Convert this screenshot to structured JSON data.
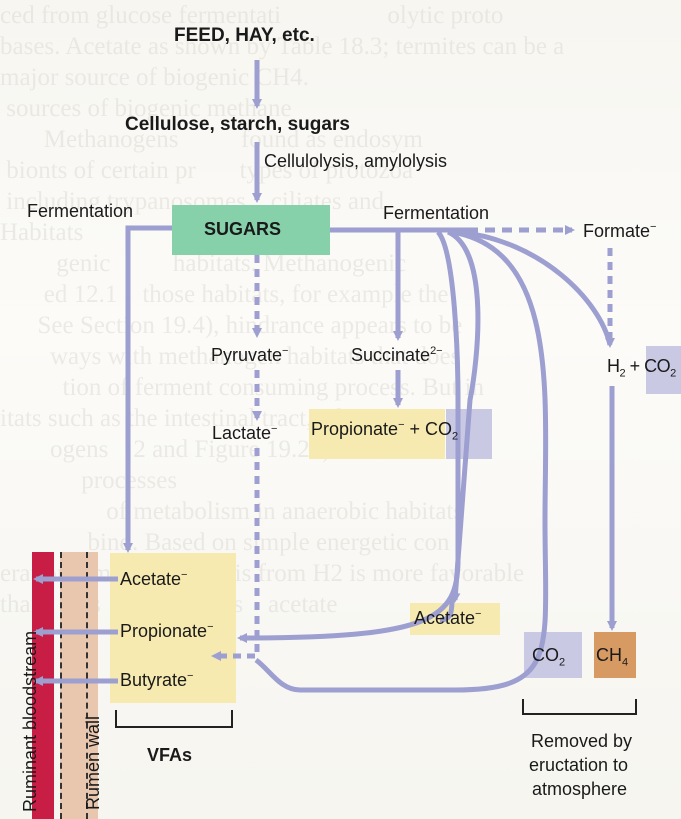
{
  "top": {
    "feed": "FEED, HAY, etc.",
    "cellulose": "Cellulose, starch, sugars",
    "cellulolysis": "Cellulolysis, amylolysis"
  },
  "labels": {
    "fermentation_left": "Fermentation",
    "fermentation_right": "Fermentation",
    "sugars": "SUGARS",
    "formate": "Formate",
    "h2co2": {
      "h": "H",
      "sub": "2",
      "rest": " + CO",
      "sub2": "2"
    },
    "pyruvate": "Pyruvate",
    "succinate": "Succinate",
    "succinate_charge": "2−",
    "lactate": "Lactate",
    "propionate_co2": {
      "prop": "Propionate",
      "plus": " + CO",
      "sub": "2"
    },
    "acetate_right": "Acetate",
    "co2": {
      "co": "CO",
      "sub": "2"
    },
    "ch4": {
      "ch": "CH",
      "sub": "4"
    },
    "acetate_vfa": "Acetate",
    "propionate_vfa": "Propionate",
    "butyrate_vfa": "Butyrate",
    "vfas": "VFAs",
    "ruminant_bloodstream": "Ruminant bloodstream",
    "rumen_wall": "Rumen wall",
    "removed": [
      "Removed by",
      "eructation to",
      "atmosphere"
    ],
    "minus": "−"
  },
  "colors": {
    "arrow": "#9c9fd0",
    "sugars_box": "#86d1a9",
    "yellow_box": "#f6eab0",
    "co2_box": "#c9c9e4",
    "ch4_box": "#d79a63",
    "blood": "#c81d45",
    "wall": "#e9c7ae"
  },
  "background_text": "ced from glucose fermentati                 olytic proto\nbases. Acetate as shown by Table 18.3; termites can be a\nmajor source of biogenic CH4.\n sources of biogenic methane\n       Methanogens          found as endosym\n bionts of certain pr       types of protozoa\n including trypanosomes    ciliates and\nHabitats\n         genic          habitats. Methanogenic\n       ed 12.1    those habitats, for example the\n      See Section 19.4), hindrance appears to be\n        ways with methanogen habitats that does\n          tion of ferment consuming process. But in\nitats such as the intestinal tract, where some\n        ogens    2 and Figure 19.23)\n             processes\n                 of metabolism in anaerobic habitats\n              bind. Based on simple energetic con\nerations, methanogenesis from H2 is more favorable\nthan     sis    CO2 versus    acetate\n\n\n\n\n\n\n"
}
